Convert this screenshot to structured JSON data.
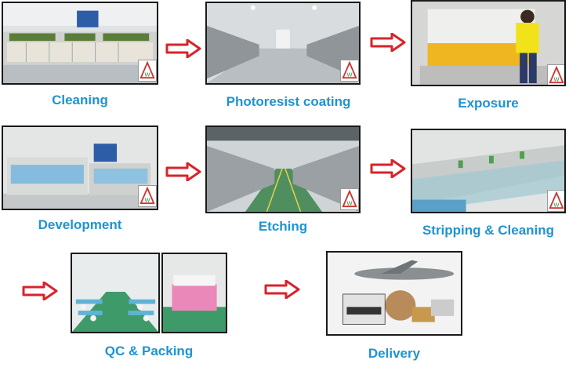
{
  "steps": [
    {
      "label": "Cleaning"
    },
    {
      "label": "Photoresist coating"
    },
    {
      "label": "Exposure"
    },
    {
      "label": "Development"
    },
    {
      "label": "Etching"
    },
    {
      "label": "Stripping & Cleaning"
    },
    {
      "label": "QC & Packing"
    },
    {
      "label": "Delivery"
    }
  ],
  "colors": {
    "caption": "#1f93d1",
    "arrow_fill": "#ffffff",
    "arrow_stroke": "#d8232a",
    "frame": "#1a1a1a"
  },
  "icons": [
    "factory-logo-icon",
    "process-arrow-icon"
  ]
}
